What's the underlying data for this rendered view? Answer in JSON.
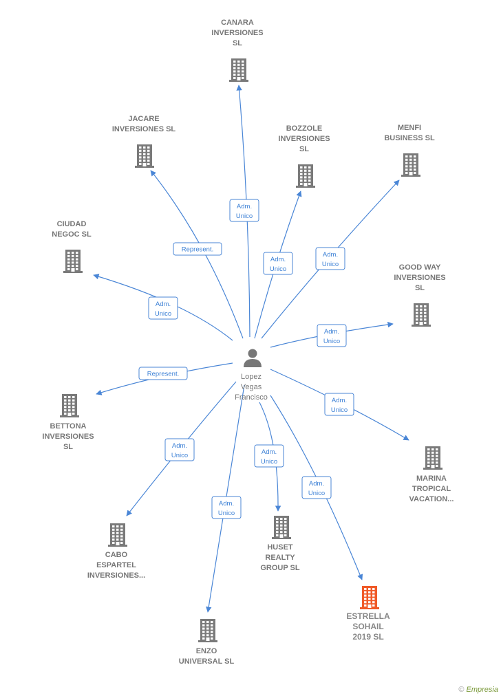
{
  "colors": {
    "edge": "#4a86d6",
    "company": "#7a7a7a",
    "highlight": "#f05a28",
    "person": "#777777"
  },
  "center": {
    "name_lines": [
      "Lopez",
      "Vegas",
      "Francisco"
    ],
    "icon": "person-icon"
  },
  "nodes": [
    {
      "id": "canara",
      "lines": [
        "CANARA",
        "INVERSIONES",
        "SL"
      ],
      "role": [
        "Adm.",
        "Unico"
      ]
    },
    {
      "id": "jacare",
      "lines": [
        "JACARE",
        "INVERSIONES SL"
      ],
      "role": [
        "Represent."
      ]
    },
    {
      "id": "bozzole",
      "lines": [
        "BOZZOLE",
        "INVERSIONES",
        "SL"
      ],
      "role": [
        "Adm.",
        "Unico"
      ]
    },
    {
      "id": "menfi",
      "lines": [
        "MENFI",
        "BUSINESS  SL"
      ],
      "role": [
        "Adm.",
        "Unico"
      ]
    },
    {
      "id": "ciudad",
      "lines": [
        "CIUDAD",
        "NEGOC  SL"
      ],
      "role": [
        "Adm.",
        "Unico"
      ]
    },
    {
      "id": "goodway",
      "lines": [
        "GOOD WAY",
        "INVERSIONES",
        "SL"
      ],
      "role": [
        "Adm.",
        "Unico"
      ]
    },
    {
      "id": "bettona",
      "lines": [
        "BETTONA",
        "INVERSIONES",
        "SL"
      ],
      "role": [
        "Represent."
      ]
    },
    {
      "id": "marina",
      "lines": [
        "MARINA",
        "TROPICAL",
        "VACATION..."
      ],
      "role": [
        "Adm.",
        "Unico"
      ]
    },
    {
      "id": "cabo",
      "lines": [
        "CABO",
        "ESPARTEL",
        "INVERSIONES..."
      ],
      "role": [
        "Adm.",
        "Unico"
      ]
    },
    {
      "id": "huset",
      "lines": [
        "HUSET",
        "REALTY",
        "GROUP  SL"
      ],
      "role": [
        "Adm.",
        "Unico"
      ]
    },
    {
      "id": "enzo",
      "lines": [
        "ENZO",
        "UNIVERSAL  SL"
      ],
      "role": [
        "Adm.",
        "Unico"
      ]
    },
    {
      "id": "estrella",
      "lines": [
        "ESTRELLA",
        "SOHAIL",
        "2019  SL"
      ],
      "role": [
        "Adm.",
        "Unico"
      ],
      "highlight": true
    }
  ],
  "footer": {
    "copyright": "©",
    "brand": "Empresia"
  }
}
